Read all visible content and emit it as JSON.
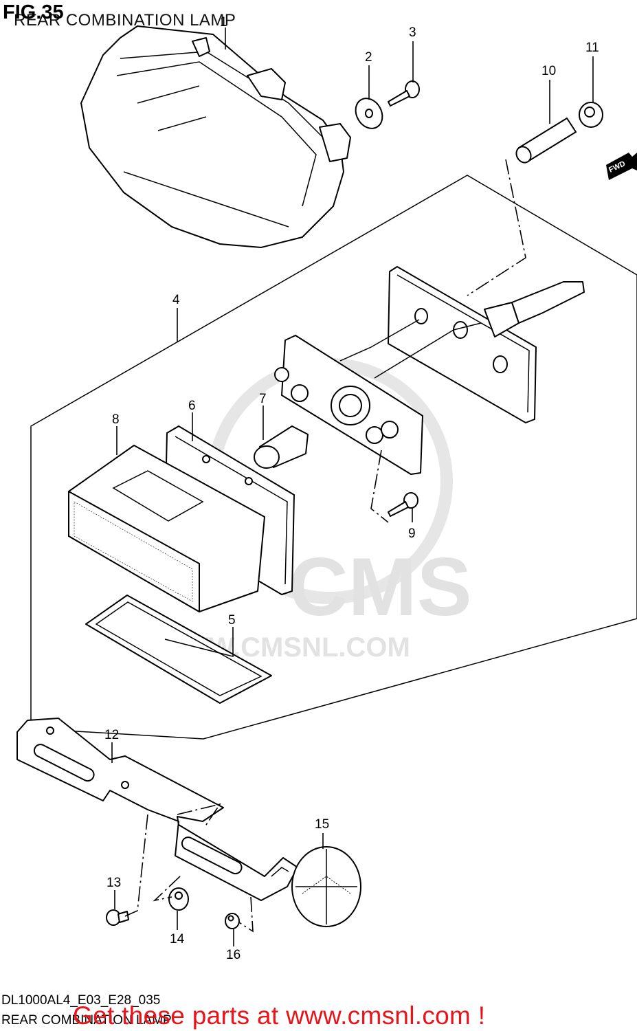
{
  "header": {
    "fig_label": "FIG.35",
    "subtitle": "REAR COMBINATION LAMP"
  },
  "watermark": {
    "logo": "CMS",
    "url": "WWW.CMSNL.COM"
  },
  "fwd_label": "FWD",
  "callouts": [
    "1",
    "2",
    "3",
    "4",
    "5",
    "6",
    "7",
    "8",
    "9",
    "10",
    "11",
    "12",
    "13",
    "14",
    "15",
    "16"
  ],
  "footer": {
    "model_code": "DL1000AL4_E03_E28_035",
    "section_name": "REAR COMBINATION LAMP",
    "promo_text": "Get these parts at www.cmsnl.com !",
    "promo_color": "#e8141a"
  }
}
